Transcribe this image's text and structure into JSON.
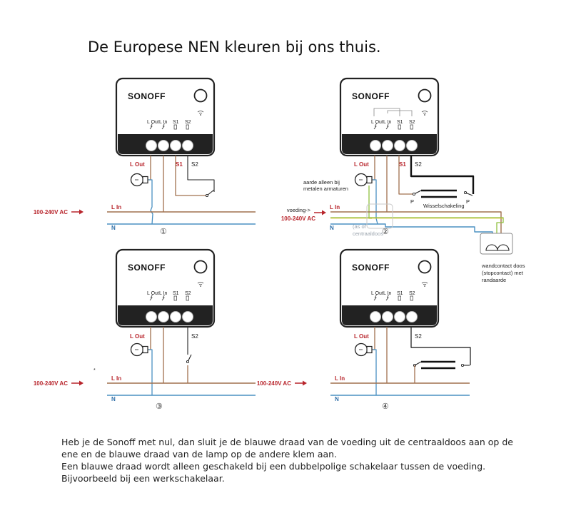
{
  "title": "De Europese NEN kleuren bij ons thuis.",
  "brand": "SONOFF",
  "terminals": {
    "lout": "L Out",
    "lin": "L In",
    "s1": "S1",
    "s2": "S2"
  },
  "wire_labels": {
    "lout": "L Out",
    "lin": "L In",
    "n": "N",
    "supply": "100-240V AC",
    "s1": "S1",
    "s2": "S2"
  },
  "panels": [
    {
      "number": "①"
    },
    {
      "number": "②"
    },
    {
      "number": "③"
    },
    {
      "number": "④"
    }
  ],
  "panel2": {
    "note_earth_1": "aarde alleen bij",
    "note_earth_2": "metalen armaturen",
    "supply_arrow": "voeding->",
    "box_1": "(as of",
    "box_2": "centraaldoos",
    "p1": "P",
    "p2": "P",
    "switch_type": "Wisselschakeling",
    "outlet_1": "wandcontact doos",
    "outlet_2": "(stopcontact) met",
    "outlet_3": "randaarde"
  },
  "panel3_marker": "*",
  "notes": [
    "Heb je de Sonoff met nul, dan sluit je de blauwe draad van de voeding uit de centraaldoos aan op de ene en de blauwe draad van de lamp op de andere klem aan.",
    "Een blauwe draad wordt alleen geschakeld bij een dubbelpolige schakelaar tussen de voeding. Bijvoorbeeld bij een werkschakelaar."
  ],
  "colors": {
    "brown": "#a0704e",
    "blue": "#4a90c2",
    "green": "#8fbf3f",
    "yellow": "#e1c43a",
    "black": "#111111",
    "red": "#b8252c"
  }
}
